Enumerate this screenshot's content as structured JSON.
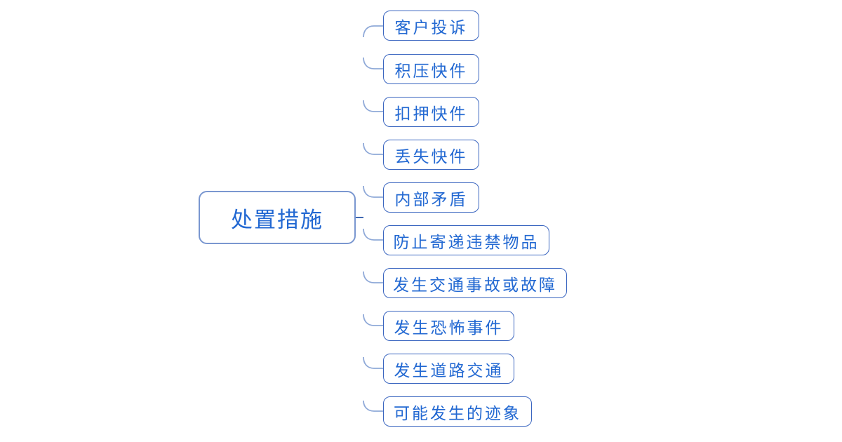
{
  "diagram": {
    "root": {
      "label": "处置措施"
    },
    "branches": [
      {
        "label": "客户投诉"
      },
      {
        "label": "积压快件"
      },
      {
        "label": "扣押快件"
      },
      {
        "label": "丢失快件"
      },
      {
        "label": "内部矛盾"
      },
      {
        "label": "防止寄递违禁物品"
      },
      {
        "label": "发生交通事故或故障"
      },
      {
        "label": "发生恐怖事件"
      },
      {
        "label": "发生道路交通"
      },
      {
        "label": "可能发生的迹象"
      }
    ],
    "colors": {
      "background": "#ffffff",
      "text": "#2268d2",
      "node_border": "#3b66c0",
      "root_border": "#7a97d0",
      "spine": "#3e68b2",
      "branch_line": "#8fa9d8"
    }
  }
}
